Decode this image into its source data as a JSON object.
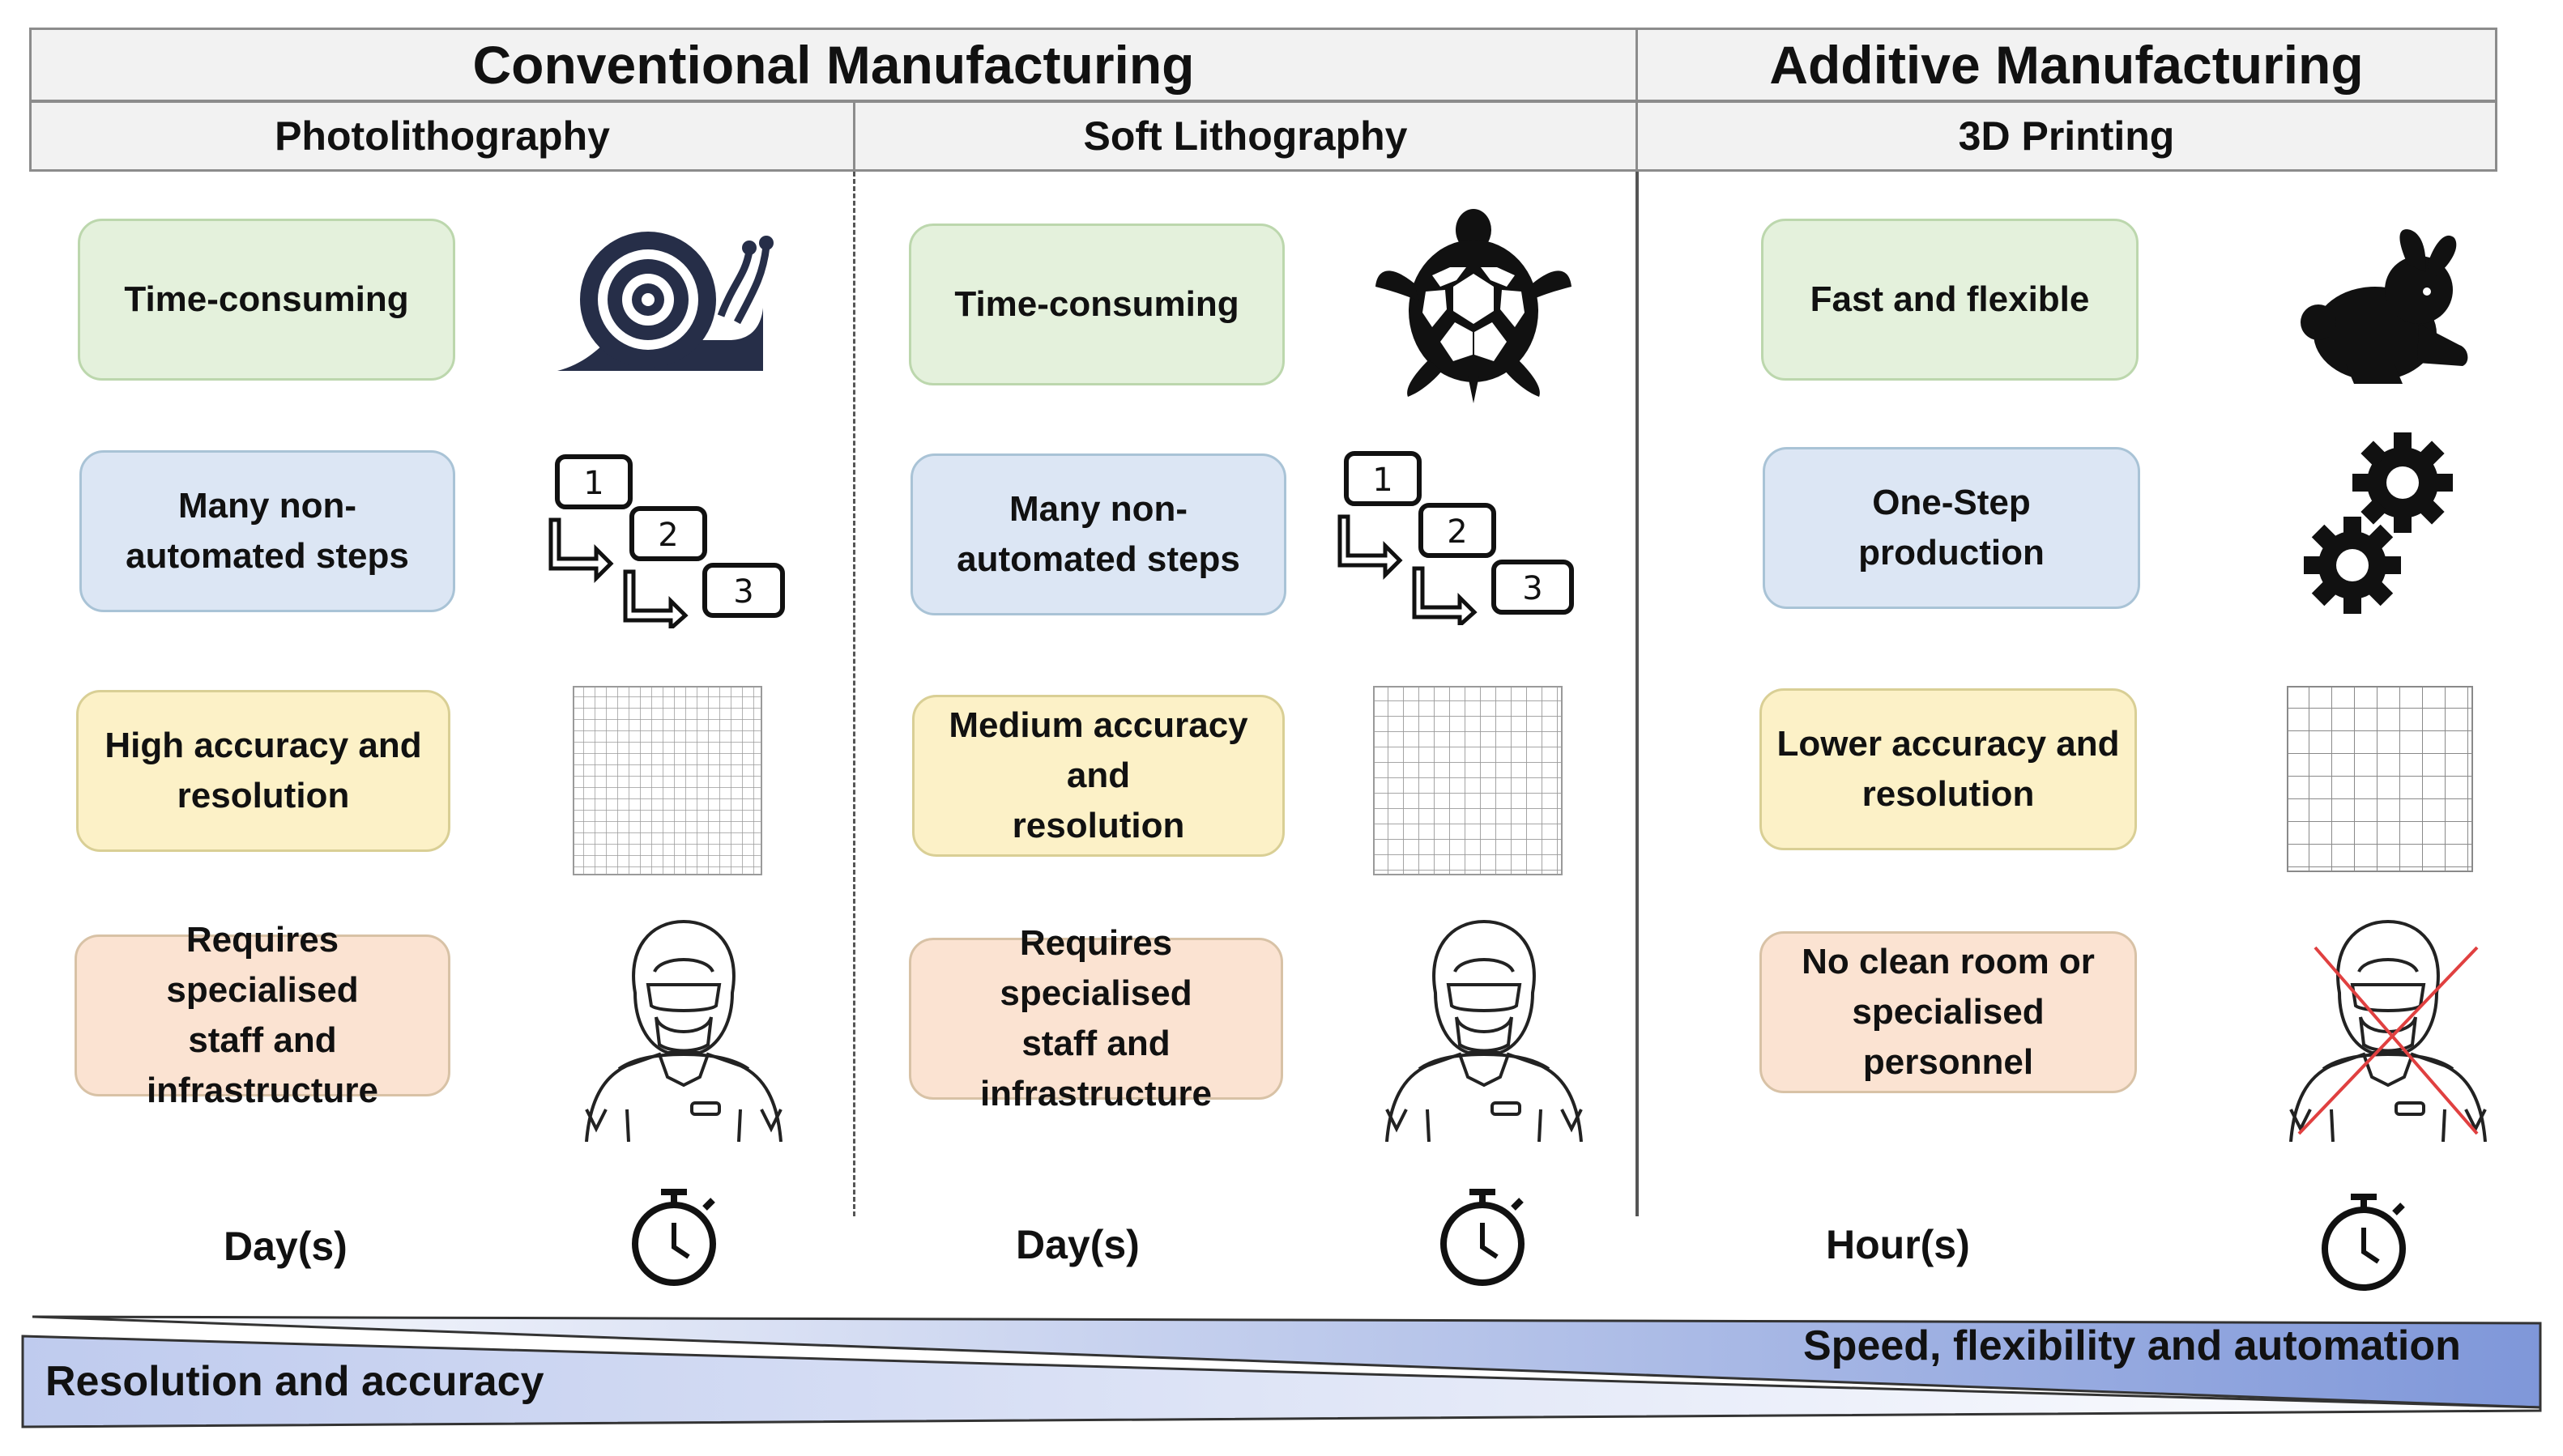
{
  "headers": {
    "conventional": "Conventional Manufacturing",
    "additive": "Additive Manufacturing",
    "photolithography": "Photolithography",
    "soft_lithography": "Soft Lithography",
    "printing_3d": "3D Printing"
  },
  "columns": [
    {
      "speed": "Time-consuming",
      "steps": "Many non-\nautomated steps",
      "accuracy": "High accuracy and\nresolution",
      "staff": "Requires specialised\nstaff and\ninfrastructure",
      "time": "Day(s)",
      "speed_icon": "snail-icon",
      "steps_icon": "steps-icon",
      "grid_icon": "fine-grid-icon",
      "staff_icon": "cleanroom-worker-icon",
      "timer_icon": "stopwatch-icon"
    },
    {
      "speed": "Time-consuming",
      "steps": "Many non-\nautomated steps",
      "accuracy": "Medium accuracy and\nresolution",
      "staff": "Requires specialised\nstaff and\ninfrastructure",
      "time": "Day(s)",
      "speed_icon": "turtle-icon",
      "steps_icon": "steps-icon",
      "grid_icon": "medium-grid-icon",
      "staff_icon": "cleanroom-worker-icon",
      "timer_icon": "stopwatch-icon"
    },
    {
      "speed": "Fast and flexible",
      "steps": "One-Step\nproduction",
      "accuracy": "Lower accuracy and\nresolution",
      "staff": "No clean room or\nspecialised personnel",
      "time": "Hour(s)",
      "speed_icon": "rabbit-icon",
      "steps_icon": "gears-icon",
      "grid_icon": "coarse-grid-icon",
      "staff_icon": "crossed-worker-icon",
      "timer_icon": "stopwatch-icon"
    }
  ],
  "step_numbers": [
    "1",
    "2",
    "3"
  ],
  "bottom_arrows": {
    "left": "Resolution and accuracy",
    "right": "Speed, flexibility and automation"
  },
  "colors": {
    "green": "#e4f1dc",
    "blue": "#dce6f4",
    "yellow": "#fcf1c7",
    "peach": "#fbe3d2",
    "arrow_light": "#e6ecf9",
    "arrow_dark": "#7f97d9",
    "cross": "#e04040"
  }
}
